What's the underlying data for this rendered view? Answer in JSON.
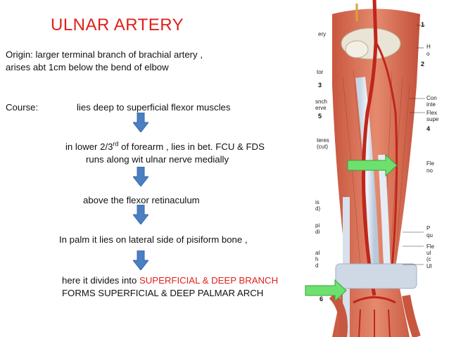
{
  "title": "ULNAR  ARTERY",
  "origin": {
    "line1": "Origin: larger terminal branch of brachial artery ,",
    "line2": " arises abt 1cm below the bend of elbow"
  },
  "course": {
    "label": "Course:",
    "text": "lies deep to superficial flexor muscles"
  },
  "step2": {
    "line1_pre": "in lower 2/3",
    "line1_sup": "rd",
    "line1_post": " of forearm , lies in bet. FCU & FDS",
    "line2": "runs along wit ulnar nerve medially"
  },
  "step3": "above the flexor  retinaculum",
  "step4": "In palm  it lies  on lateral side of pisiform bone ,",
  "step5": {
    "pre": "here it divides into ",
    "highlight": "SUPERFICIAL & DEEP BRANCH",
    "line2": "FORMS SUPERFICIAL & DEEP  PALMAR ARCH"
  },
  "figure_labels": {
    "numbers": [
      "1",
      "2",
      "3",
      "5",
      "4",
      "6"
    ],
    "left": [
      "ery",
      "tor",
      "snch",
      "erve",
      "teres",
      "(cut)",
      "is",
      "d)",
      "pi",
      "di",
      "al",
      "h",
      "d"
    ],
    "right": [
      "H",
      "o",
      "Con",
      "inte",
      "Flex",
      "supe",
      "Fle",
      "no",
      "P",
      "qu",
      "Fle",
      "ul",
      "(c",
      "Ul"
    ]
  },
  "colors": {
    "title": "#e0201b",
    "arrow_blue": "#4a7fc1",
    "arrow_green": "#6ee06e",
    "muscle": "#d9694f",
    "artery": "#c0261c"
  }
}
